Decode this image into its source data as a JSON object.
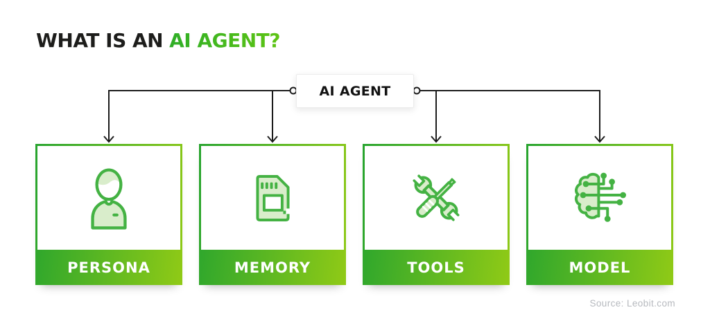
{
  "title": {
    "prefix": "WHAT IS AN",
    "highlight": "AI AGENT?"
  },
  "root_node": {
    "label": "AI AGENT"
  },
  "nodes": [
    {
      "id": "persona",
      "label": "PERSONA",
      "icon": "person-icon"
    },
    {
      "id": "memory",
      "label": "MEMORY",
      "icon": "memory-card-icon"
    },
    {
      "id": "tools",
      "label": "TOOLS",
      "icon": "wrench-screwdriver-icon"
    },
    {
      "id": "model",
      "label": "MODEL",
      "icon": "brain-circuit-icon"
    }
  ],
  "footer": {
    "source": "Source: Leobit.com"
  },
  "colors": {
    "title_text": "#1d1d1b",
    "title_highlight_from": "#2fae27",
    "title_highlight_to": "#5ec414",
    "gradient_from": "#27a42e",
    "gradient_to": "#90ca16",
    "icon_stroke": "#44b243",
    "icon_fill": "#d9edcb",
    "connector": "#1b1b1b",
    "node_bg": "#ffffff",
    "node_border": "#ececec",
    "label_text": "#ffffff",
    "source_text": "#b6b9be"
  }
}
